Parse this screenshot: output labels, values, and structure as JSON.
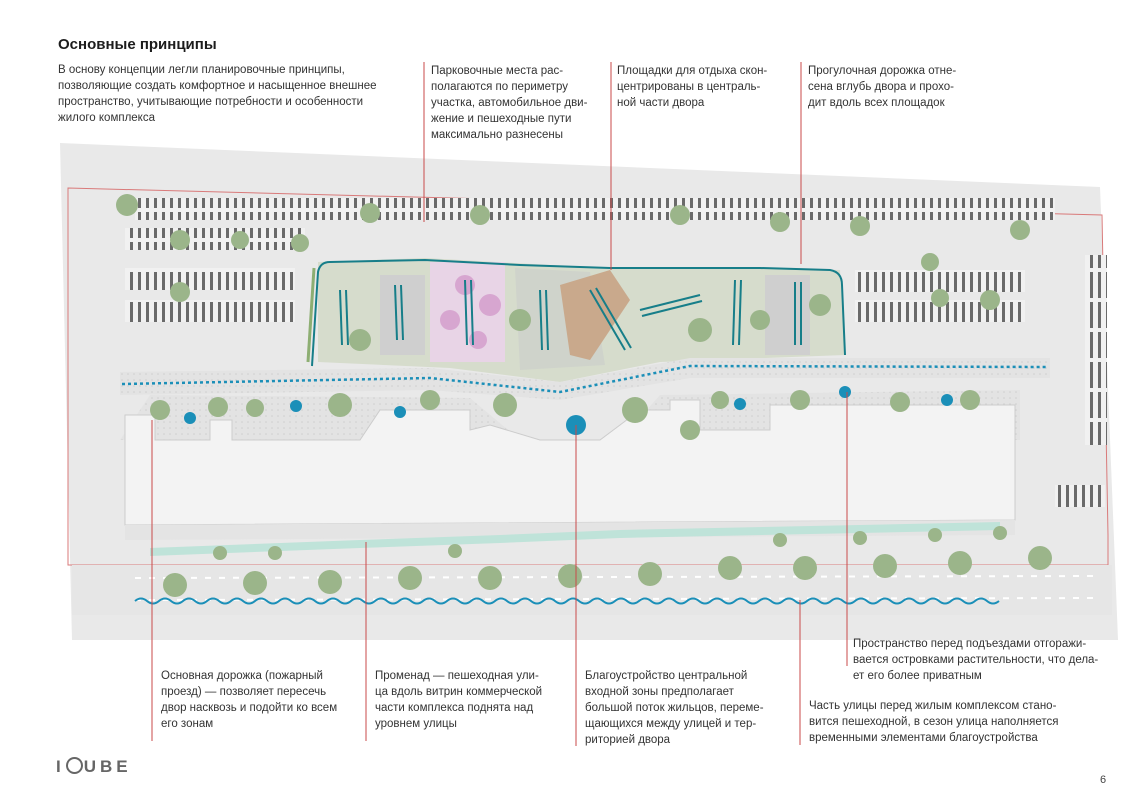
{
  "title": "Основные принципы",
  "texts": {
    "intro": "В основу концепции легли планировочные принципы,\nпозволяющие создать комфортное и насыщенное внешнее\nпространство, учитывающие потребности и особенности\nжилого комплекса",
    "parking": "Парковочные места рас-\nполагаются по периметру\nучастка, автомобильное дви-\nжение и пешеходные пути\nмаксимально разнесены",
    "playgrounds": "Площадки для отдыха скон-\nцентрированы в централь-\nной части двора",
    "walkway": "Прогулочная дорожка отне-\nсена вглубь двора и прохо-\nдит вдоль всех площадок",
    "entrance_space": "Пространство перед подъездами отгоражи-\nвается островками растительности, что дела-\nет его более приватным",
    "main_path": "Основная дорожка (пожарный\nпроезд) — позволяет пересечь\nдвор насквозь и подойти ко всем\nего зонам",
    "promenade": "Променад — пешеходная ули-\nца вдоль витрин коммерческой\nчасти комплекса поднята над\nуровнем улицы",
    "central_entrance": "Благоустройство центральной\nвходной зоны предполагает\nбольшой поток жильцов, переме-\nщающихся между улицей и тер-\nриторией двора",
    "street": "Часть улицы перед жилым комплексом стано-\nвится пешеходной, в сезон улица наполняется\nвременными элементами благоустройства"
  },
  "brand": {
    "prefix": "I",
    "suffix": "UBE"
  },
  "page_number": "6",
  "colors": {
    "leader": "#c94a4a",
    "path_blue": "#1b8fb8",
    "teal": "#177e89",
    "green": "#8dae72"
  }
}
